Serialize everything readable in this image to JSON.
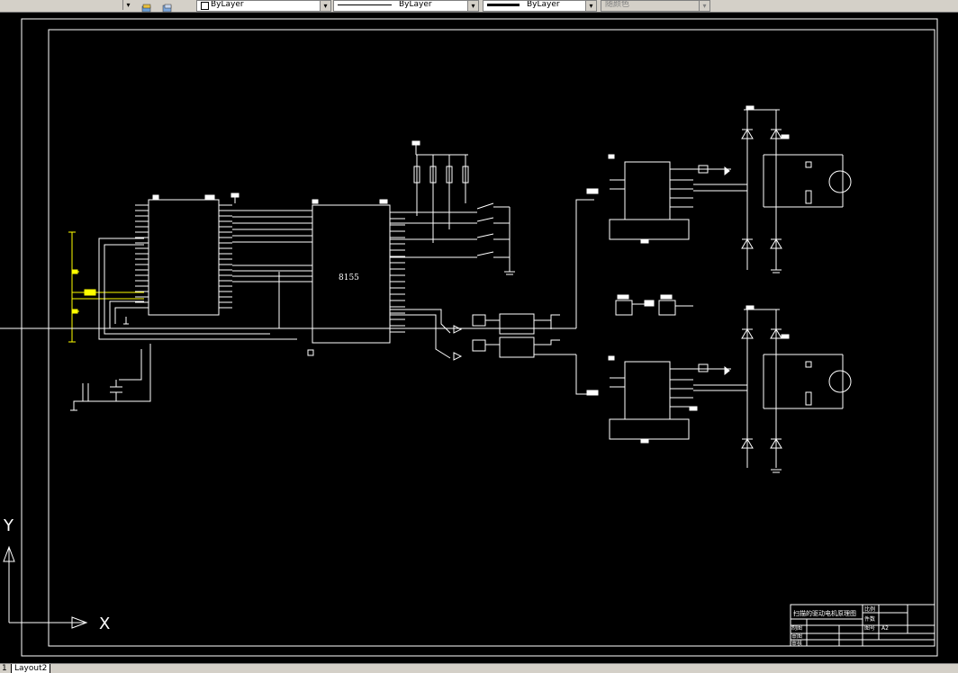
{
  "toolbar": {
    "layer_combo": "ByLayer",
    "linetype_combo": "ByLayer",
    "lineweight_combo": "ByLayer",
    "plotstyle_combo": "随颜色"
  },
  "drawing": {
    "chip_label": "8155",
    "title_block": {
      "title": "扫描的驱动电机原理图",
      "row_labels": [
        "制图",
        "审图",
        "审核"
      ],
      "field_labels": [
        "比例",
        "件数",
        "图号"
      ],
      "sheet_value": "A2"
    },
    "ucs": {
      "x_label": "X",
      "y_label": "Y"
    }
  },
  "statusbar": {
    "tab_prefix": "1",
    "layout_tab": "Layout2"
  },
  "colors": {
    "background": "#000000",
    "lines": "#ffffff",
    "highlight": "#ffff00",
    "ui": "#d4d0c8"
  }
}
